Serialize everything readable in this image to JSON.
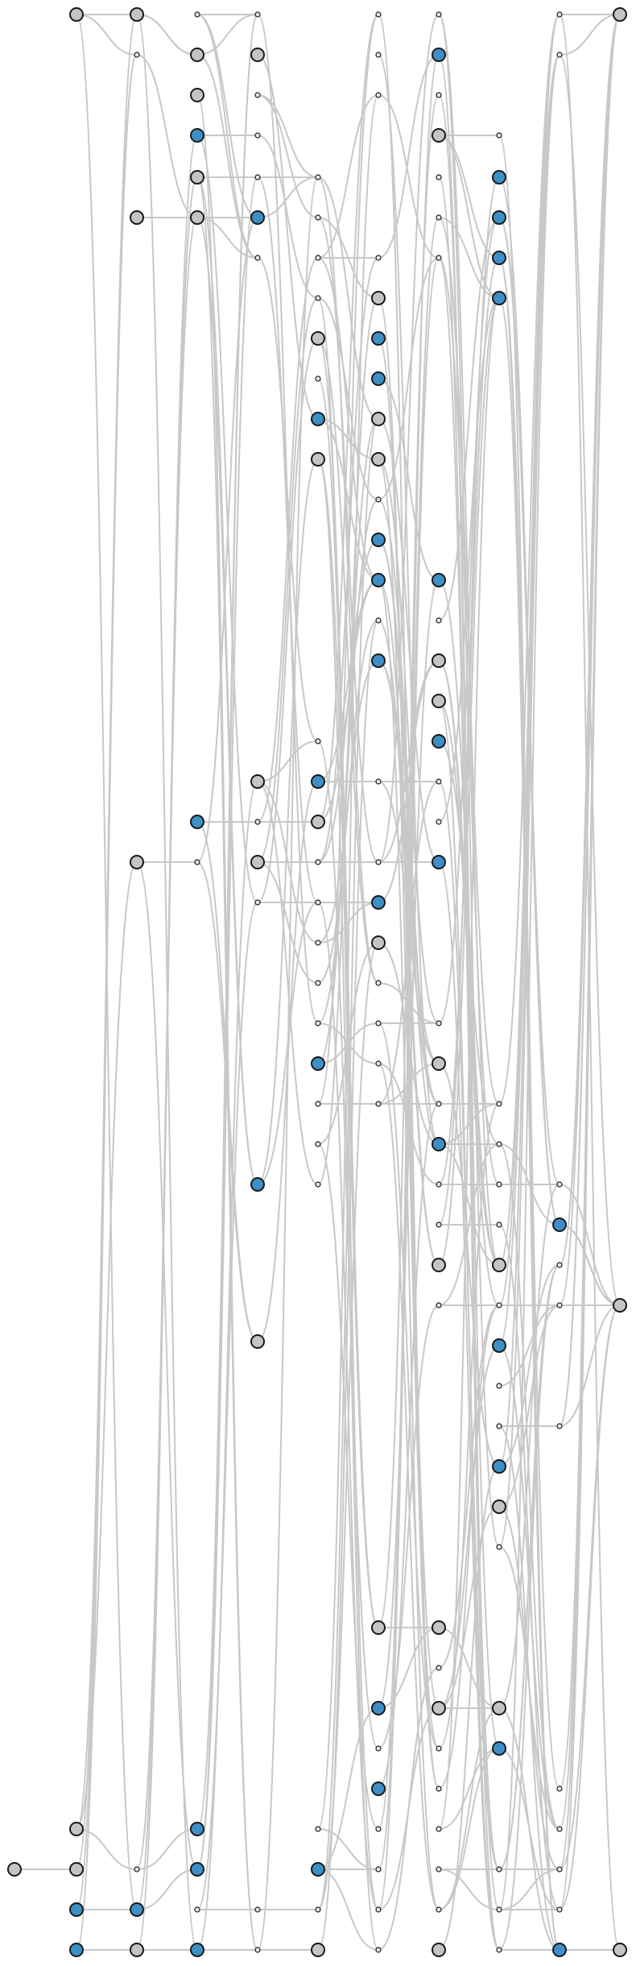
{
  "colors": {
    "background": "#ffffff",
    "edge": "#c8c8c8",
    "node_outline": "#1a1a1a",
    "node_gray": "#c4c4c4",
    "node_blue": "#3d8fc6",
    "dummy_fill": "#e6e6e6"
  },
  "graph": {
    "layout": "layered-left-to-right",
    "layer_count": 11,
    "node_kinds": [
      "gray",
      "blue",
      "dummy"
    ]
  }
}
